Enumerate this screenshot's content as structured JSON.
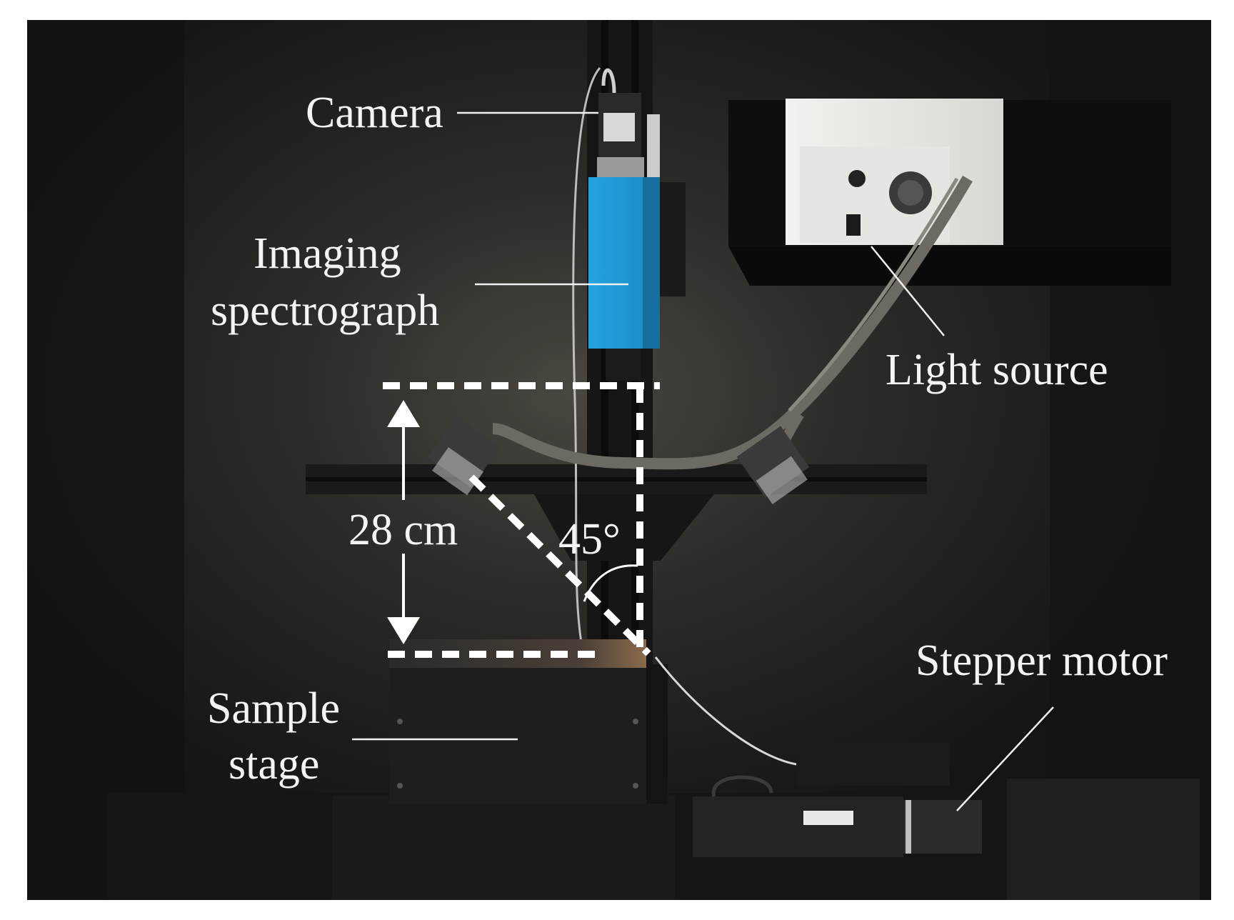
{
  "labels": {
    "camera": "Camera",
    "imaging_line1": "Imaging",
    "imaging_line2": "spectrograph",
    "light_source": "Light source",
    "distance": "28 cm",
    "angle": "45°",
    "sample_line1": "Sample",
    "sample_line2": "stage",
    "stepper_motor": "Stepper motor"
  },
  "colors": {
    "background": "#1d1d1d",
    "spectrograph": "#1f9ad6",
    "label_text": "#f4f4f4",
    "dashed_guide": "#ffffff"
  }
}
